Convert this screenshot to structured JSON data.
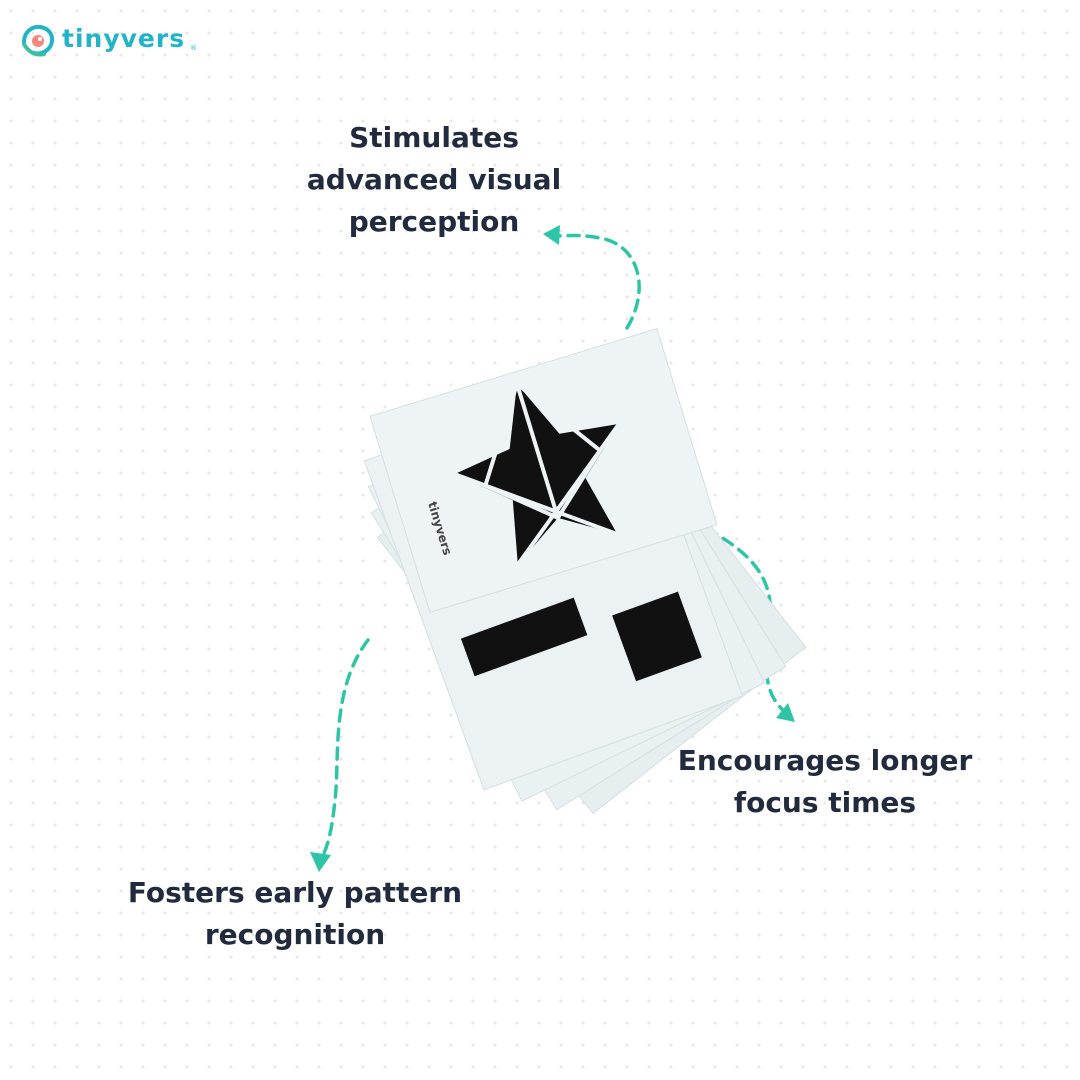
{
  "brand": {
    "name": "tinyvers",
    "registered_mark": "®",
    "card_brand_text": "tinyvers",
    "icon": "tinyvers-logo-icon"
  },
  "features": [
    {
      "lines": [
        "Stimulates",
        "advanced visual",
        "perception"
      ]
    },
    {
      "lines": [
        "Encourages longer",
        "focus times"
      ]
    },
    {
      "lines": [
        "Fosters early pattern",
        "recognition"
      ]
    }
  ],
  "colors": {
    "accent": "#2ec4a6",
    "brand": "#22b3c9",
    "text": "#222b3d",
    "card": "#eaf1f2",
    "ink": "#111111"
  }
}
